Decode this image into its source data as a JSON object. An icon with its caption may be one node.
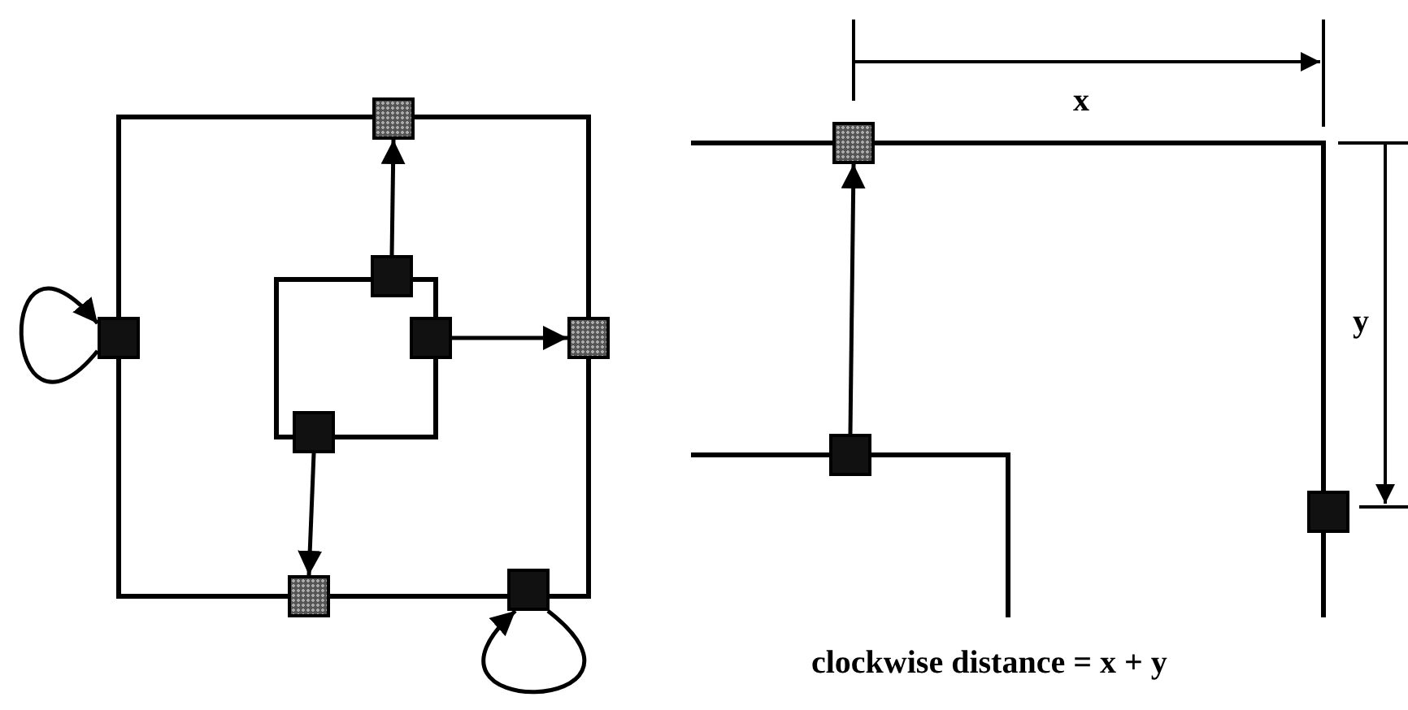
{
  "diagram": {
    "nodes": [
      {
        "text": [],
        "shape": "box"
      },
      {
        "text": [],
        "shape": "box"
      },
      {
        "text": [],
        "shape": "box"
      },
      {
        "text": [],
        "shape": "box"
      },
      {
        "text": [],
        "shape": "box"
      },
      {
        "text": [],
        "shape": "box"
      },
      {
        "text": [],
        "shape": "box"
      },
      {
        "text": [],
        "shape": "box"
      },
      {
        "text": [],
        "shape": "box"
      },
      {
        "text": [],
        "shape": "box"
      },
      {
        "text": [],
        "shape": "box"
      }
    ],
    "edges": [
      {
        "from": 2,
        "to": 2,
        "arrow": "to"
      },
      {
        "from": 1,
        "to": 0,
        "arrow": "to"
      },
      {
        "from": 3,
        "to": 4,
        "arrow": "to"
      },
      {
        "from": 5,
        "to": 6,
        "arrow": "to"
      },
      {
        "from": 7,
        "to": 7,
        "arrow": "to"
      },
      {
        "from": 9,
        "to": 8,
        "arrow": "to"
      }
    ],
    "labels": [
      "x",
      "y",
      "clockwise distance = x + y"
    ]
  }
}
